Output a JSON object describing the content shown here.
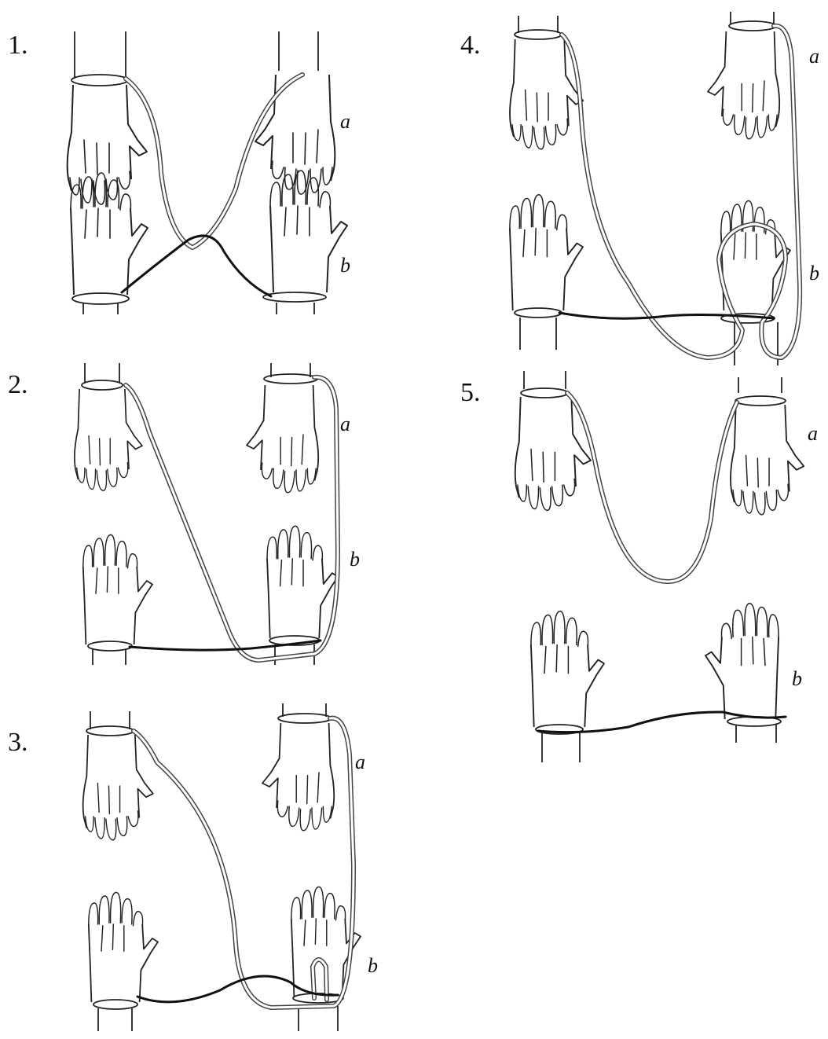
{
  "panels": [
    {
      "number": "1.",
      "top_label": "a",
      "bottom_label": "b"
    },
    {
      "number": "2.",
      "top_label": "a",
      "bottom_label": "b"
    },
    {
      "number": "3.",
      "top_label": "a",
      "bottom_label": "b"
    },
    {
      "number": "4.",
      "top_label": "a",
      "bottom_label": "b"
    },
    {
      "number": "5.",
      "top_label": "a",
      "bottom_label": "b"
    }
  ],
  "colors": {
    "ink": "#111111",
    "paper": "#ffffff"
  }
}
